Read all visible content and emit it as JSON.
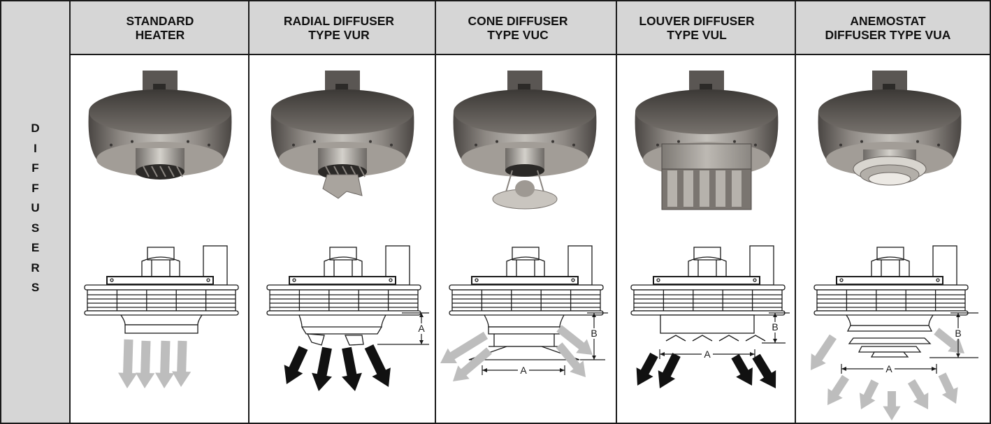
{
  "sidebar": {
    "letters": [
      "D",
      "I",
      "F",
      "F",
      "U",
      "S",
      "E",
      "R",
      "S"
    ]
  },
  "columns": [
    {
      "title_line1": "STANDARD",
      "title_line2": "HEATER",
      "diffuser": "none",
      "arrow_style": "straight-light"
    },
    {
      "title_line1": "RADIAL DIFFUSER",
      "title_line2": "TYPE VUR",
      "diffuser": "radial",
      "arrow_style": "splay-dark",
      "dimension_labels": [
        "A"
      ]
    },
    {
      "title_line1": "CONE DIFFUSER",
      "title_line2": "TYPE VUC",
      "diffuser": "cone",
      "arrow_style": "side-light",
      "dimension_labels": [
        "B",
        "A"
      ]
    },
    {
      "title_line1": "LOUVER DIFFUSER",
      "title_line2": "TYPE VUL",
      "diffuser": "louver",
      "arrow_style": "side-dark",
      "dimension_labels": [
        "B",
        "A"
      ]
    },
    {
      "title_line1": "ANEMOSTAT",
      "title_line2": "DIFFUSER TYPE VUA",
      "diffuser": "anemostat",
      "arrow_style": "fan-light",
      "dimension_labels": [
        "B",
        "A"
      ]
    }
  ],
  "colors": {
    "header_bg": "#d6d6d6",
    "border": "#1a1a1a",
    "arrow_light": "#bdbdbd",
    "arrow_dark": "#111111",
    "metal_light": "#c4c1bb",
    "metal_dark": "#4a4643"
  }
}
